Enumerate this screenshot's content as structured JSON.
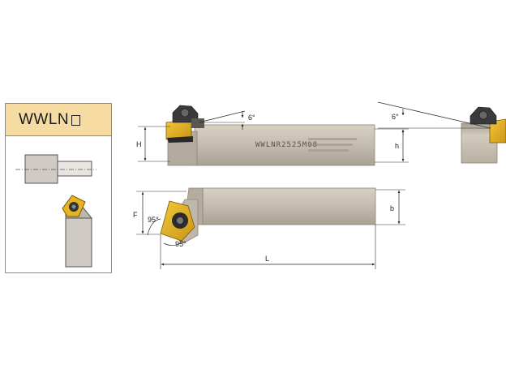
{
  "series_code": "WWLN",
  "tool_label": "WWLNR2525M08",
  "side_view": {
    "angle": "6°",
    "dim_height": "H",
    "dim_center_height": "h"
  },
  "right_view": {
    "angle": "6°"
  },
  "top_view": {
    "dim_offset": "F",
    "dim_width": "b",
    "dim_length": "L",
    "angle_entry": "95°",
    "angle_insert": "95°"
  },
  "colors": {
    "shank": "#c4bcae",
    "insert_gold": "#e6b422",
    "header_bg": "#f6dca3"
  }
}
